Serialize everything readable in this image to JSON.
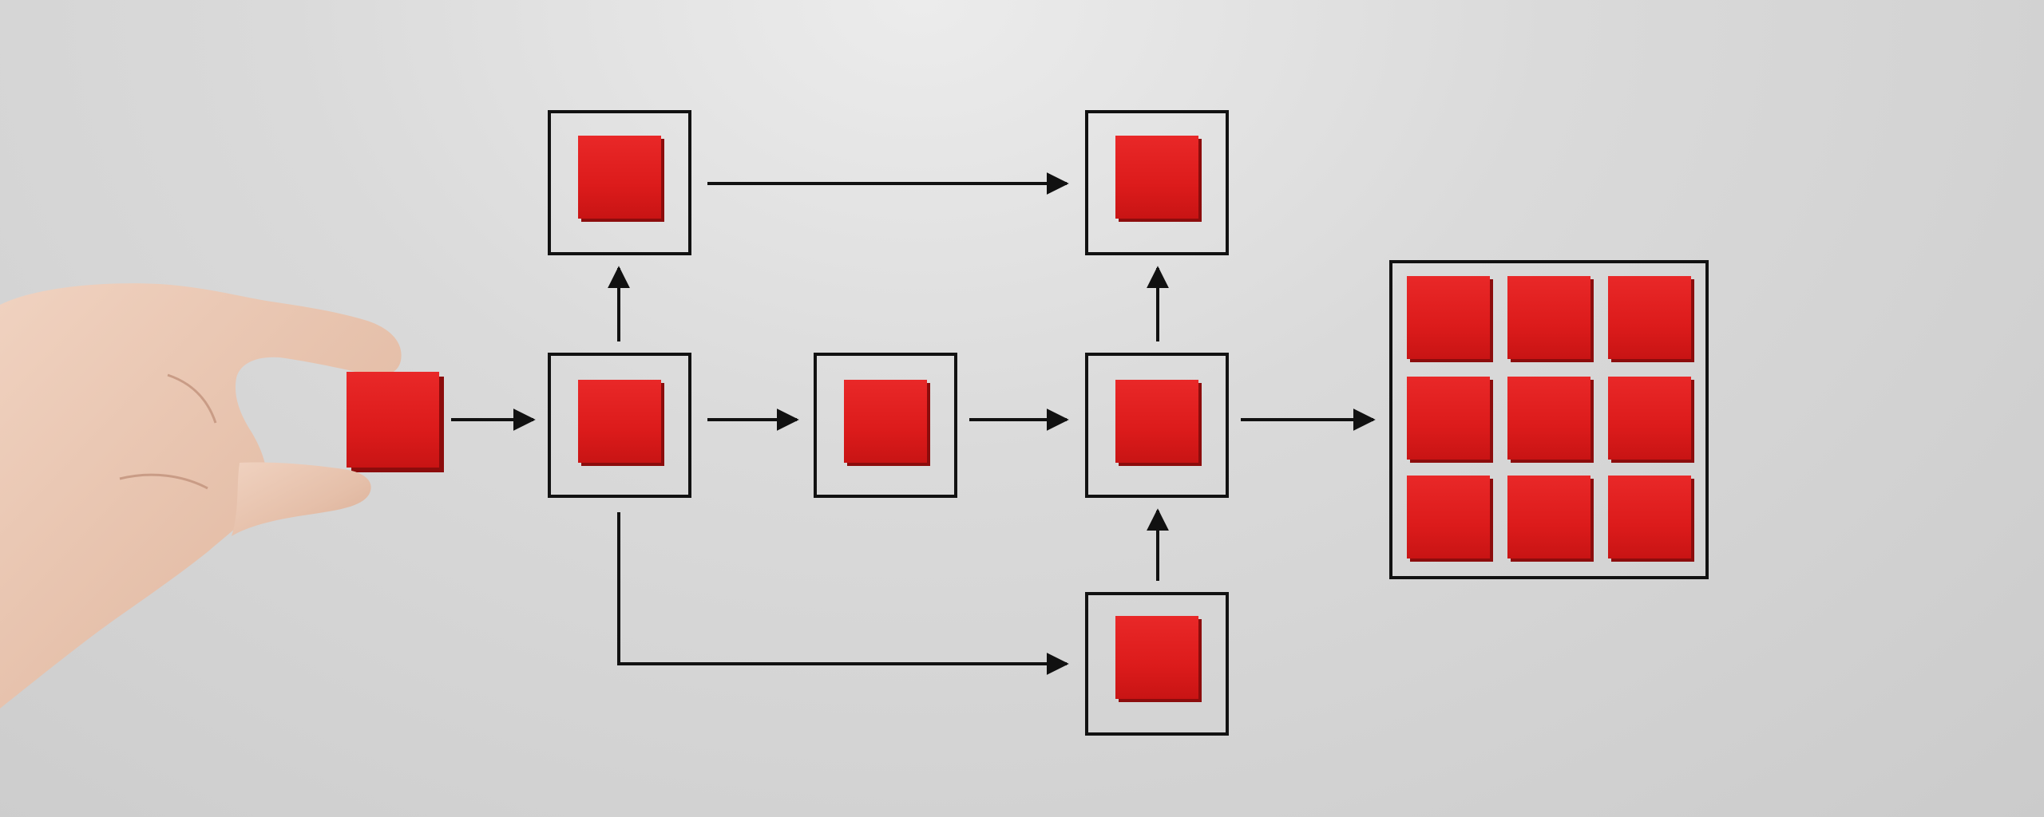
{
  "scene": {
    "background_color": "#d6d6d6",
    "line_color": "#111111",
    "block_color": "#e01e1e",
    "block_shade_color": "#8c0c0c",
    "skin_color": "#e9c7b4"
  },
  "diagram": {
    "node_count": 7,
    "grid_block_count": 9,
    "grid_layout": "3x3"
  }
}
